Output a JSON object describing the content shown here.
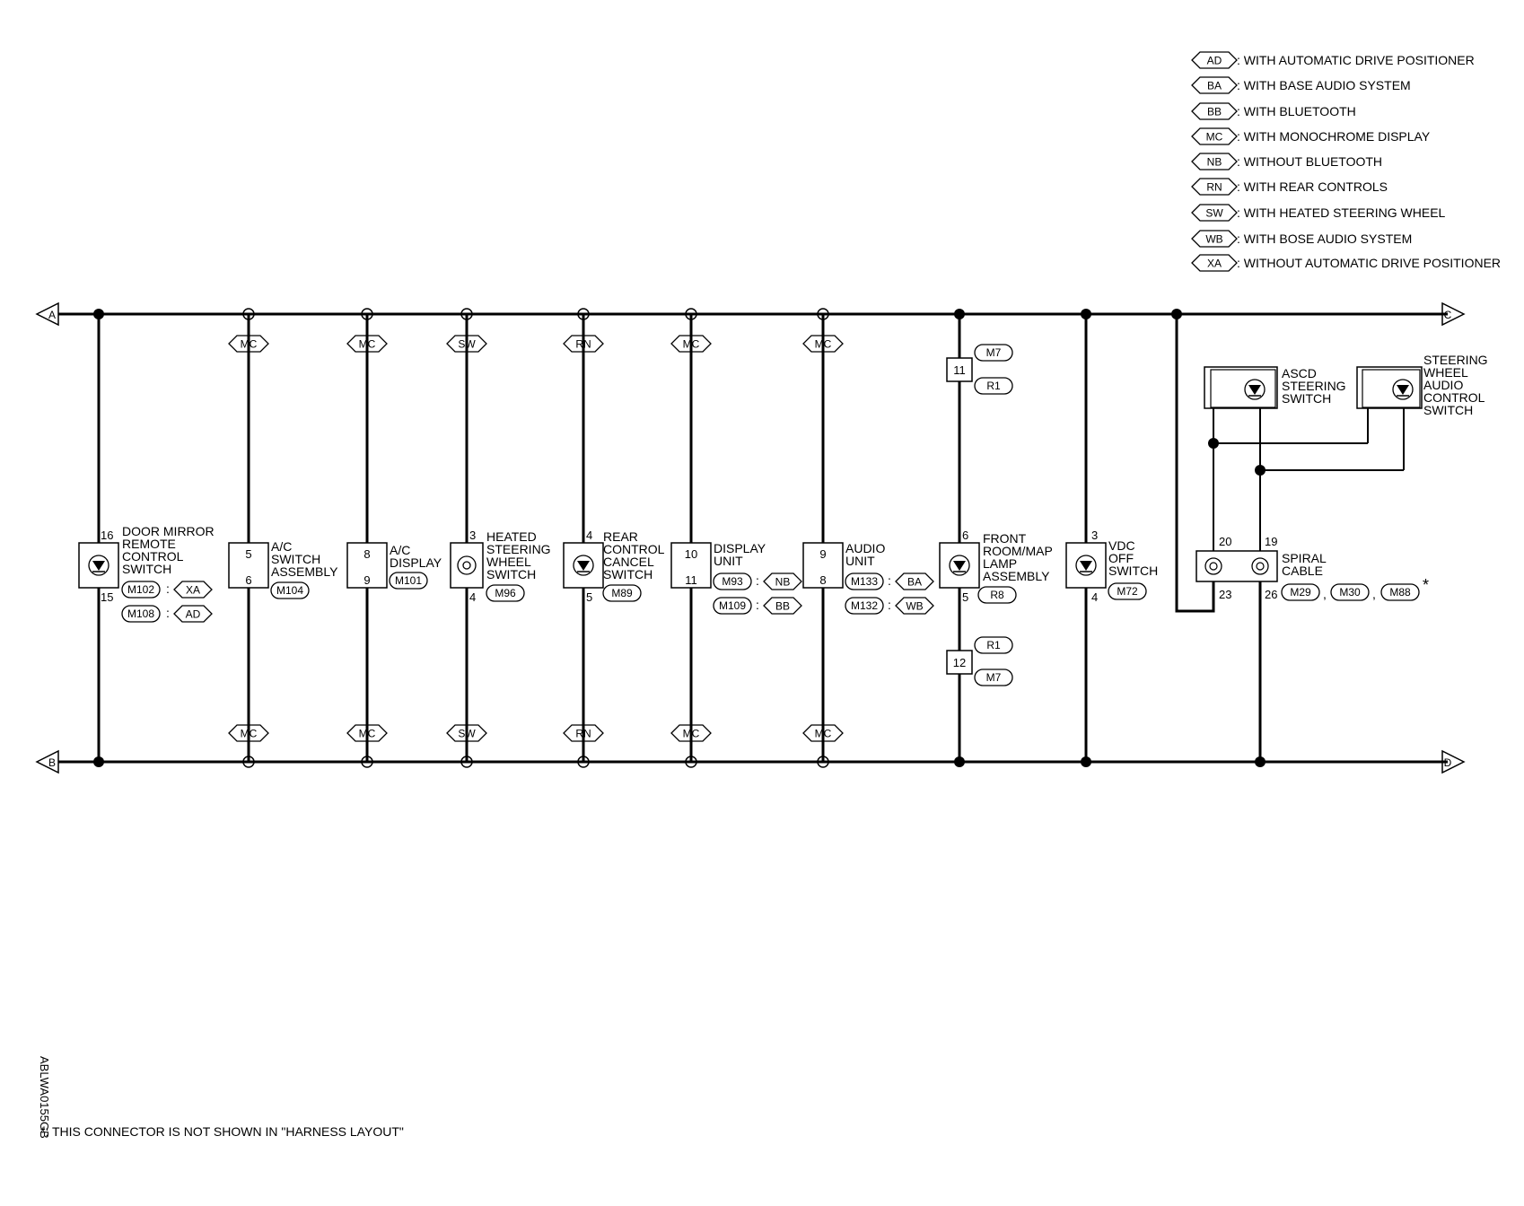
{
  "legend": [
    {
      "code": "AD",
      "text": ": WITH AUTOMATIC DRIVE POSITIONER"
    },
    {
      "code": "BA",
      "text": ": WITH BASE AUDIO SYSTEM"
    },
    {
      "code": "BB",
      "text": ": WITH BLUETOOTH"
    },
    {
      "code": "MC",
      "text": ": WITH MONOCHROME DISPLAY"
    },
    {
      "code": "NB",
      "text": ": WITHOUT BLUETOOTH"
    },
    {
      "code": "RN",
      "text": ": WITH REAR CONTROLS"
    },
    {
      "code": "SW",
      "text": ": WITH HEATED STEERING WHEEL"
    },
    {
      "code": "WB",
      "text": ": WITH BOSE AUDIO SYSTEM"
    },
    {
      "code": "XA",
      "text": ": WITHOUT AUTOMATIC DRIVE POSITIONER"
    }
  ],
  "buses": {
    "a": "A",
    "b": "B",
    "c": "C",
    "d": "D"
  },
  "option_tags": {
    "ac_switch": "MC",
    "ac_display": "MC",
    "heated_steering": "SW",
    "rear_control": "RN",
    "display_unit": "MC",
    "audio_unit": "MC"
  },
  "components": {
    "door_mirror": {
      "name": [
        "DOOR MIRROR",
        "REMOTE",
        "CONTROL",
        "SWITCH"
      ],
      "pins": [
        "16",
        "15"
      ],
      "connectors": [
        {
          "id": "M102",
          "sep": ":",
          "tag": "XA"
        },
        {
          "id": "M108",
          "sep": ":",
          "tag": "AD"
        }
      ]
    },
    "ac_switch": {
      "name": [
        "A/C",
        "SWITCH",
        "ASSEMBLY"
      ],
      "pins": [
        "5",
        "6"
      ],
      "connector": "M104"
    },
    "ac_display": {
      "name": [
        "A/C",
        "DISPLAY"
      ],
      "pins": [
        "8",
        "9"
      ],
      "connector": "M101"
    },
    "heated_steering": {
      "name": [
        "HEATED",
        "STEERING",
        "WHEEL",
        "SWITCH"
      ],
      "pins": [
        "3",
        "4"
      ],
      "connector": "M96"
    },
    "rear_control": {
      "name": [
        "REAR",
        "CONTROL",
        "CANCEL",
        "SWITCH"
      ],
      "pins": [
        "4",
        "5"
      ],
      "connector": "M89"
    },
    "display_unit": {
      "name": [
        "DISPLAY",
        "UNIT"
      ],
      "pins": [
        "10",
        "11"
      ],
      "connectors": [
        {
          "id": "M93",
          "sep": ":",
          "tag": "NB"
        },
        {
          "id": "M109",
          "sep": ":",
          "tag": "BB"
        }
      ]
    },
    "audio_unit": {
      "name": [
        "AUDIO",
        "UNIT"
      ],
      "pins": [
        "9",
        "8"
      ],
      "connectors": [
        {
          "id": "M133",
          "sep": ":",
          "tag": "BA"
        },
        {
          "id": "M132",
          "sep": ":",
          "tag": "WB"
        }
      ]
    },
    "room_lamp": {
      "name": [
        "FRONT",
        "ROOM/MAP",
        "LAMP",
        "ASSEMBLY"
      ],
      "pins": [
        "6",
        "5"
      ],
      "connector": "R8",
      "top_joint": {
        "pin": "11",
        "upper": "M7",
        "lower": "R1"
      },
      "bottom_joint": {
        "pin": "12",
        "upper": "R1",
        "lower": "M7"
      }
    },
    "vdc_off": {
      "name": [
        "VDC",
        "OFF",
        "SWITCH"
      ],
      "pins": [
        "3",
        "4"
      ],
      "connector": "M72"
    },
    "ascd": {
      "name": [
        "ASCD",
        "STEERING",
        "SWITCH"
      ]
    },
    "steering_audio": {
      "name": [
        "STEERING",
        "WHEEL",
        "AUDIO",
        "CONTROL",
        "SWITCH"
      ]
    },
    "spiral_cable": {
      "name": [
        "SPIRAL",
        "CABLE"
      ],
      "pins_top": [
        "20",
        "19"
      ],
      "pins_bottom": [
        "23",
        "26"
      ],
      "connectors": [
        "M29",
        "M30",
        "M88"
      ],
      "sep": ",",
      "asterisk": "*"
    }
  },
  "footnote": "*: THIS CONNECTOR IS NOT SHOWN IN \"HARNESS LAYOUT\"",
  "figure_id": "ABLWA0155GB"
}
